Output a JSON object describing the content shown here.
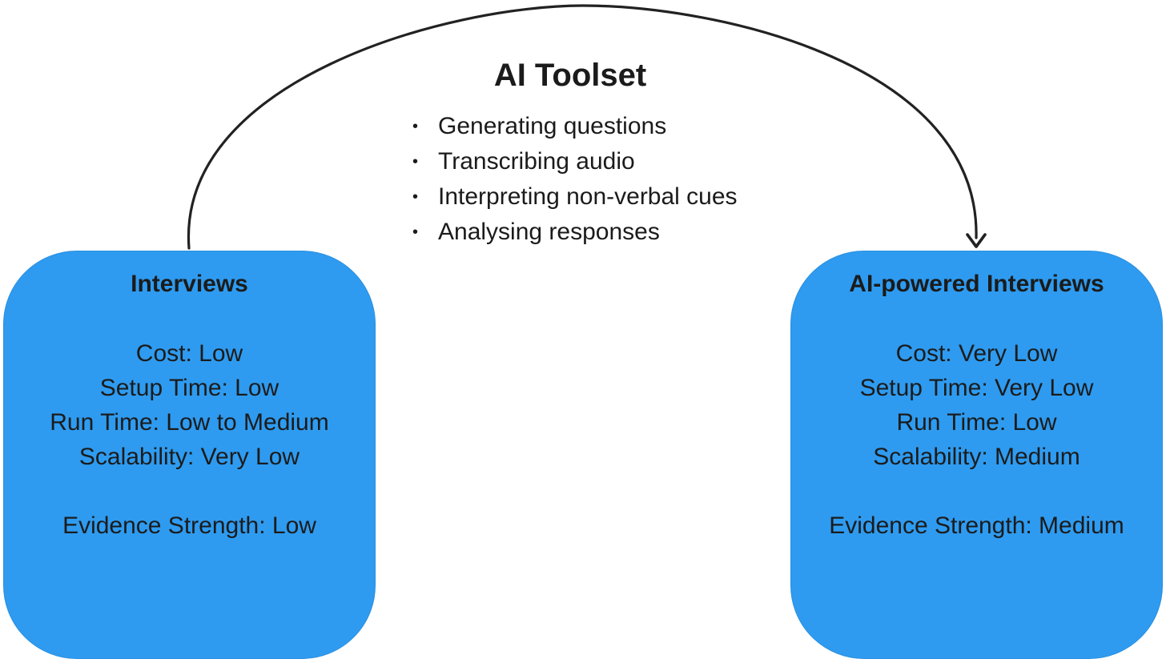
{
  "toolset": {
    "title": "AI Toolset",
    "items": [
      "Generating questions",
      "Transcribing audio",
      "Interpreting non-verbal cues",
      "Analysing responses"
    ]
  },
  "cards": [
    {
      "title": "Interviews",
      "metrics": [
        "Cost: Low",
        "Setup Time: Low",
        "Run Time: Low to Medium",
        "Scalability: Very Low"
      ],
      "evidence": "Evidence Strength: Low"
    },
    {
      "title": "AI-powered Interviews",
      "metrics": [
        "Cost: Very Low",
        "Setup Time: Very Low",
        "Run Time: Low",
        "Scalability: Medium"
      ],
      "evidence": "Evidence Strength: Medium"
    }
  ],
  "colors": {
    "card_fill": "#2e9bf0",
    "arrow_stroke": "#222222",
    "text": "#1b1b1b"
  }
}
